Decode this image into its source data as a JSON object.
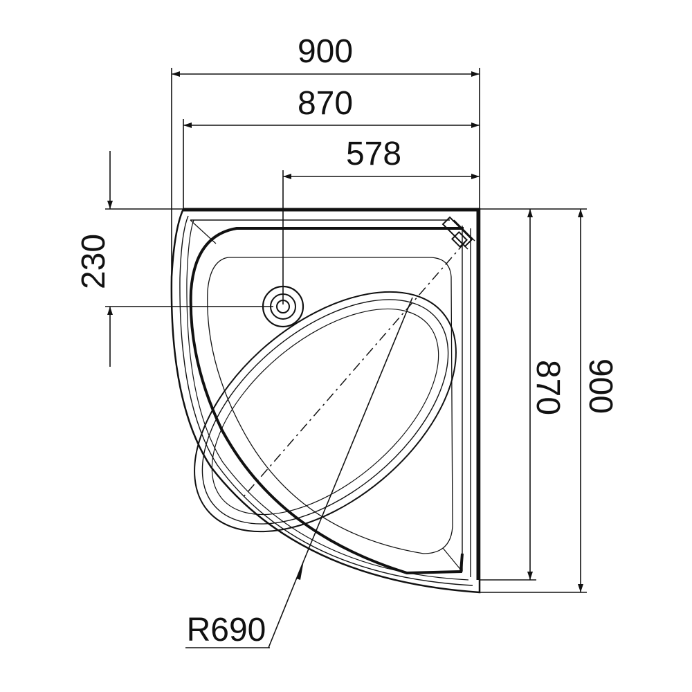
{
  "drawing": {
    "dimensions": {
      "width_outer": "900",
      "width_inner": "870",
      "drain_offset_x": "578",
      "drain_offset_y": "230",
      "height_inner": "870",
      "height_outer": "900",
      "radius": "R690"
    },
    "colors": {
      "line": "#111111",
      "background": "#ffffff"
    }
  }
}
